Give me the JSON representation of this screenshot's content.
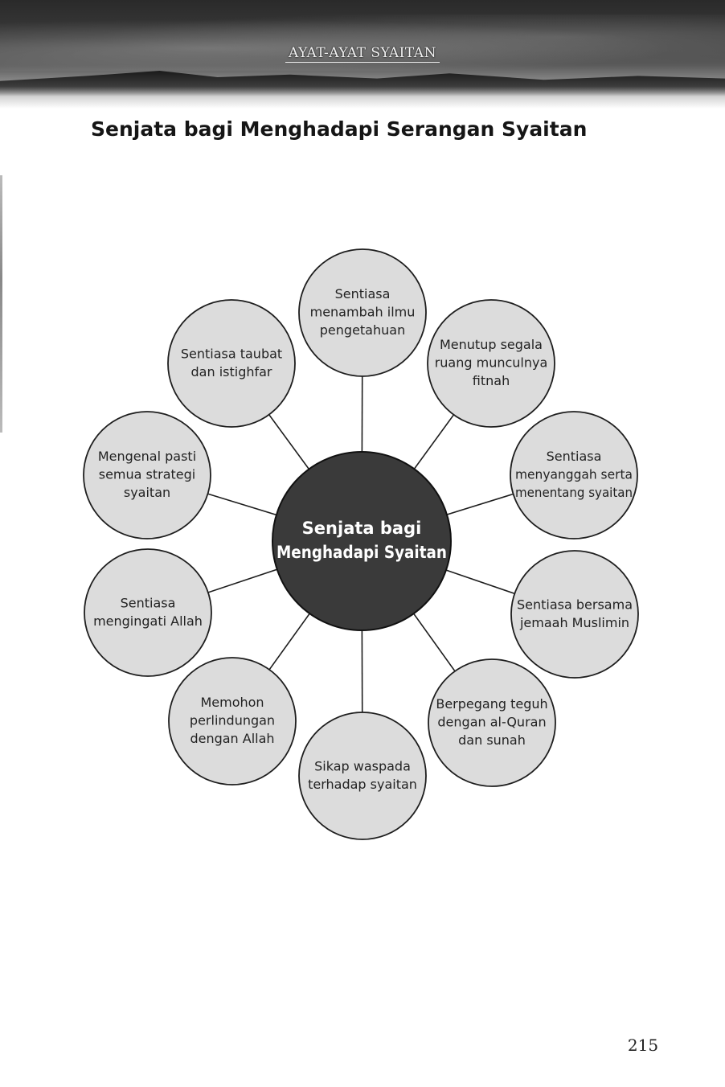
{
  "header": {
    "running_head": "AYAT-AYAT SYAITAN"
  },
  "title": "Senjata bagi Menghadapi Serangan Syaitan",
  "diagram": {
    "center": {
      "lines": [
        "Senjata bagi",
        "Menghadapi Syaitan"
      ]
    },
    "nodes": [
      {
        "name": "node-ilmu",
        "lines": [
          "Sentiasa",
          "menambah ilmu",
          "pengetahuan"
        ]
      },
      {
        "name": "node-fitnah",
        "lines": [
          "Menutup segala",
          "ruang munculnya",
          "fitnah"
        ]
      },
      {
        "name": "node-menyanggah",
        "lines": [
          "Sentiasa",
          "menyanggah serta",
          "menentang syaitan"
        ]
      },
      {
        "name": "node-jemaah",
        "lines": [
          "Sentiasa bersama",
          "jemaah Muslimin"
        ]
      },
      {
        "name": "node-quran-sunah",
        "lines": [
          "Berpegang teguh",
          "dengan al-Quran",
          "dan sunah"
        ]
      },
      {
        "name": "node-waspada",
        "lines": [
          "Sikap waspada",
          "terhadap syaitan"
        ]
      },
      {
        "name": "node-perlindungan",
        "lines": [
          "Memohon",
          "perlindungan",
          "dengan Allah"
        ]
      },
      {
        "name": "node-mengingati",
        "lines": [
          "Sentiasa",
          "mengingati Allah"
        ]
      },
      {
        "name": "node-strategi",
        "lines": [
          "Mengenal pasti",
          "semua strategi",
          "syaitan"
        ]
      },
      {
        "name": "node-taubat",
        "lines": [
          "Sentiasa taubat",
          "dan istighfar"
        ]
      }
    ]
  },
  "page_number": "215"
}
